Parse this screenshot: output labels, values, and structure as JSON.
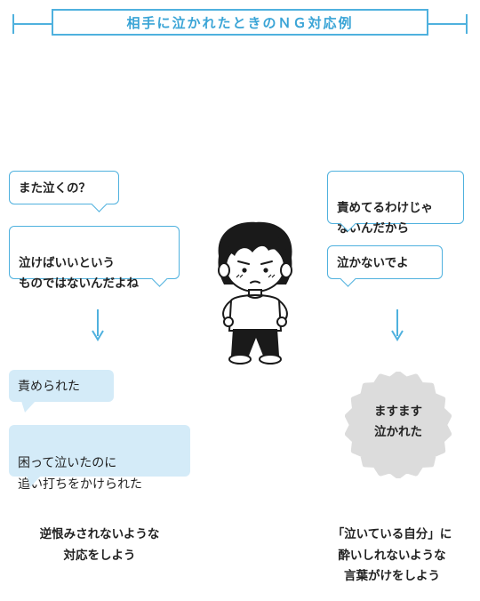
{
  "title": "相手に泣かれたときのＮＧ対応例",
  "left": {
    "bubbles": [
      "また泣くの？",
      "泣けばいいという\nものではないんだよね"
    ],
    "reactions": [
      "責められた",
      "困って泣いたのに\n追い打ちをかけられた"
    ],
    "caption": "逆恨みされないような\n対応をしよう"
  },
  "right": {
    "bubbles": [
      "責めてるわけじゃ\nないんだから",
      "泣かないでよ"
    ],
    "reaction": "ますます\n泣かれた",
    "caption": "「泣いている自分」に\n酔いしれないような\n言葉がけをしよう"
  },
  "colors": {
    "accent": "#4fb1de",
    "fill": "#d4ebf8",
    "cloud": "#dcdcdc"
  }
}
